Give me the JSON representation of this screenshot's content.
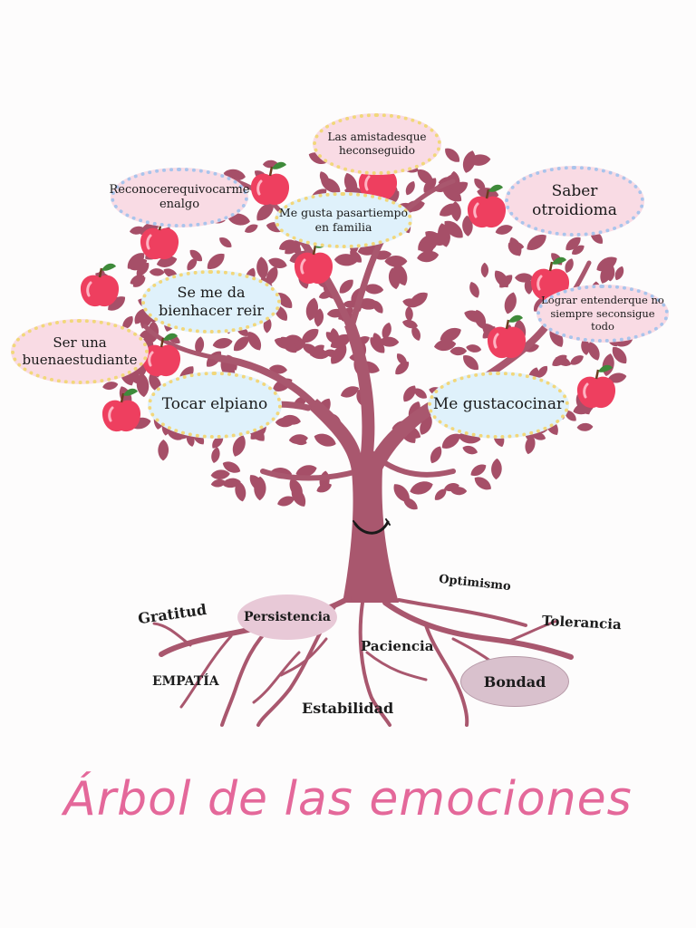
{
  "title": "Árbol de las emociones",
  "colors": {
    "trunk": "#a9576e",
    "leaf": "#a64f68",
    "apple": "#ee3f5f",
    "bubble_pink": "#f9dbe4",
    "bubble_blue": "#dff1fb",
    "title": "#e4689a"
  },
  "bubbles": {
    "amistades": "Las amistadesque heconseguido",
    "reconocer": "Reconocerequivocarme enalgo",
    "familia": "Me gusta pasartiempo en familia",
    "idioma": "Saber otroidioma",
    "reir": "Se me da bienhacer reir",
    "entender": "Lograr entenderque no siempre seconsigue todo",
    "estudiante": "Ser una buenaestudiante",
    "piano": "Tocar elpiano",
    "cocinar": "Me gustacocinar"
  },
  "roots": {
    "gratitud": "Gratitud",
    "persistencia": "Persistencia",
    "optimismo": "Optimismo",
    "tolerancia": "Tolerancia",
    "paciencia": "Paciencia",
    "empatia": "EMPATÍA",
    "bondad": "Bondad",
    "estabilidad": "Estabilidad"
  }
}
